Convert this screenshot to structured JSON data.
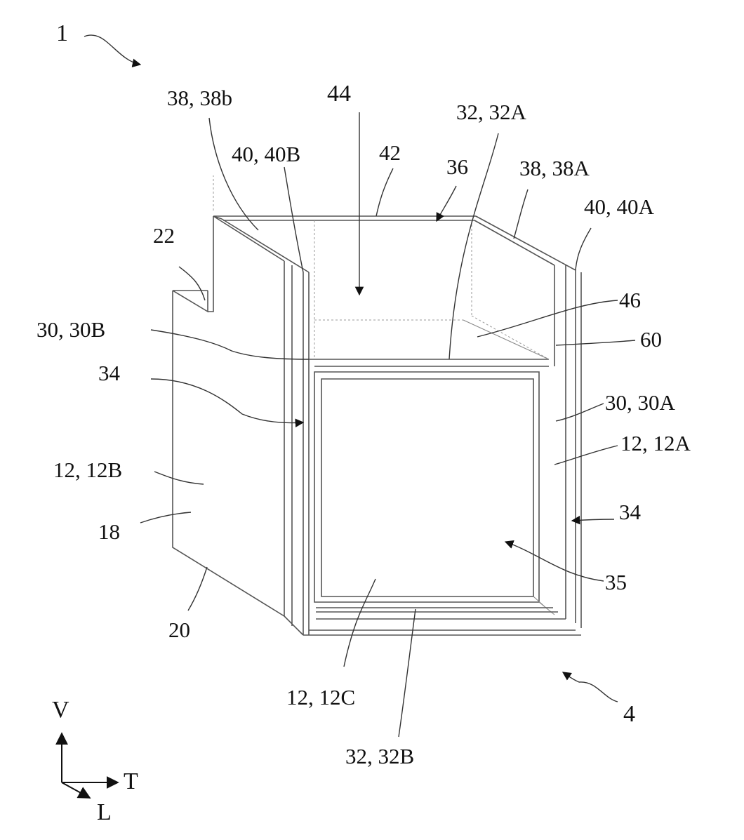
{
  "figure": {
    "reference_numerals": {
      "device": "1",
      "end": "4",
      "wall_b_upper": "38, 38b",
      "opening": "44",
      "sill_a": "32, 32A",
      "top_edge": "42",
      "frame_top": "36",
      "flap_a": "38, 38A",
      "post_b": "40, 40B",
      "post_a": "40, 40A",
      "corner": "22",
      "panel_46": "46",
      "edge_60": "60",
      "rail_b": "30, 30B",
      "profile_left": "34",
      "profile_right": "34",
      "rail_a": "30, 30A",
      "side_a": "12, 12A",
      "side_b": "12, 12B",
      "face_18": "18",
      "window": "35",
      "bottom_edge": "20",
      "side_c": "12, 12C",
      "sill_b": "32, 32B"
    },
    "axes": {
      "vertical": "V",
      "transverse": "T",
      "longitudinal": "L"
    }
  }
}
